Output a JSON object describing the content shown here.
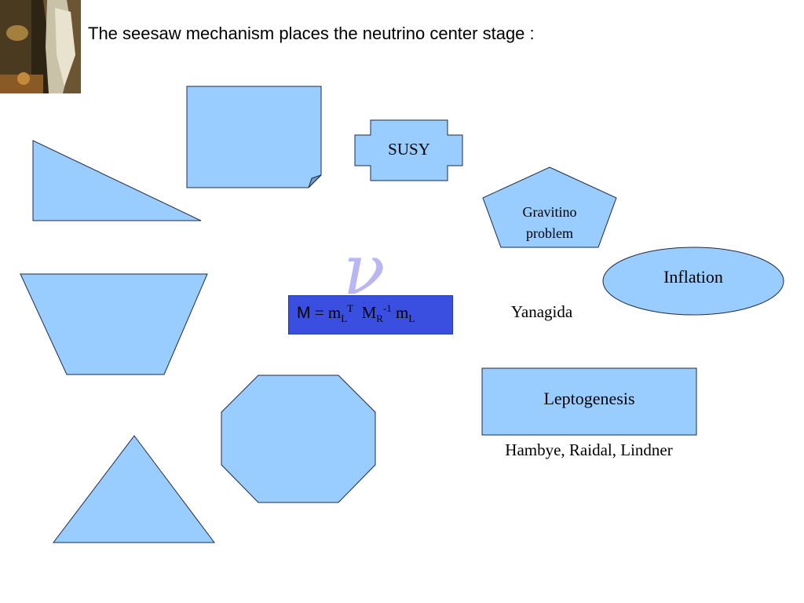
{
  "slide": {
    "title": "The seesaw mechanism places the neutrino center stage :",
    "symbol": "ν",
    "formula": {
      "m_main": "M",
      "equals": " = m",
      "sub_L1": "L",
      "sup_T": "T",
      "space_M": "  M",
      "sub_R": "R",
      "sup_inv": "-1",
      "space_m": " m",
      "sub_L2": "L"
    },
    "labels": {
      "susy": "SUSY",
      "gravitino_line1": "Gravitino",
      "gravitino_line2": "problem",
      "inflation": "Inflation",
      "yanagida": "Yanagida",
      "leptogenesis": "Leptogenesis",
      "authors": "Hambye, Raidal, Lindner"
    }
  },
  "colors": {
    "shape_fill": "#99ccff",
    "shape_stroke": "#1f2a44",
    "formula_box": "#3a4fe0",
    "nu_symbol": "#b9b6f6"
  },
  "icons": {
    "corner_image": "portrait-painting-icon"
  }
}
